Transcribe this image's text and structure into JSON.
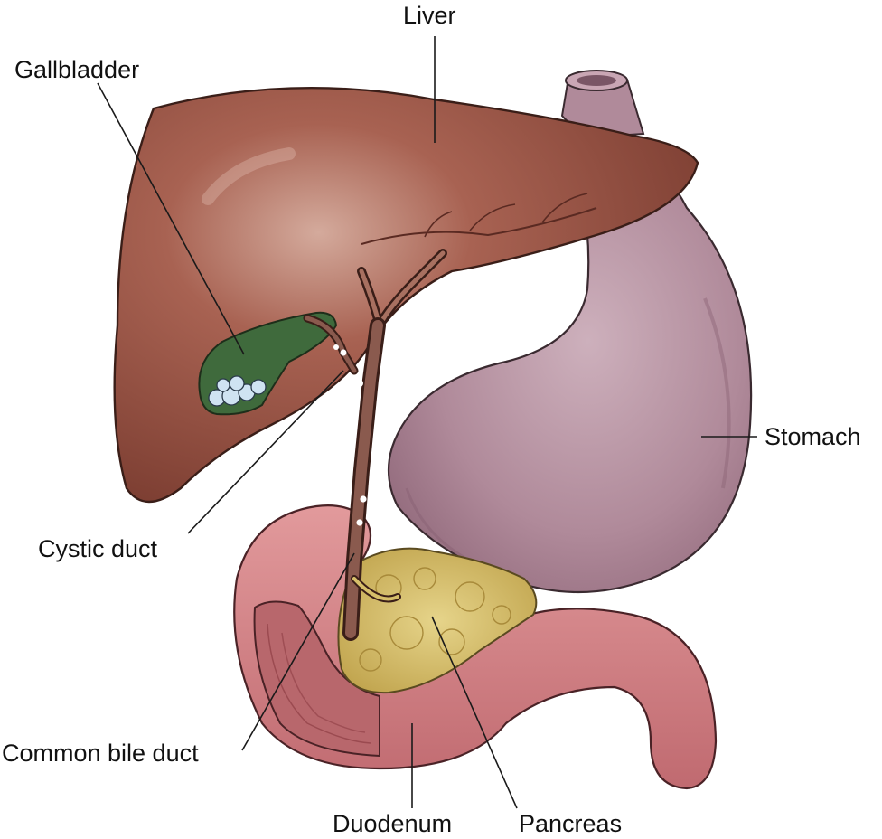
{
  "labels": {
    "liver": "Liver",
    "gallbladder": "Gallbladder",
    "stomach": "Stomach",
    "cystic_duct": "Cystic duct",
    "common_bile_duct": "Common bile duct",
    "duodenum": "Duodenum",
    "pancreas": "Pancreas"
  },
  "colors": {
    "liver": "#8e4a3c",
    "liver_highlight": "#c89a8c",
    "gallbladder": "#3f6a3c",
    "gallstones": "#cfe3f2",
    "stomach": "#b48e9c",
    "stomach_shadow": "#8c6476",
    "duodenum": "#d07a80",
    "duodenum_inner": "#b86a6e",
    "pancreas": "#d6be6a",
    "duct": "#8a5a4e"
  }
}
